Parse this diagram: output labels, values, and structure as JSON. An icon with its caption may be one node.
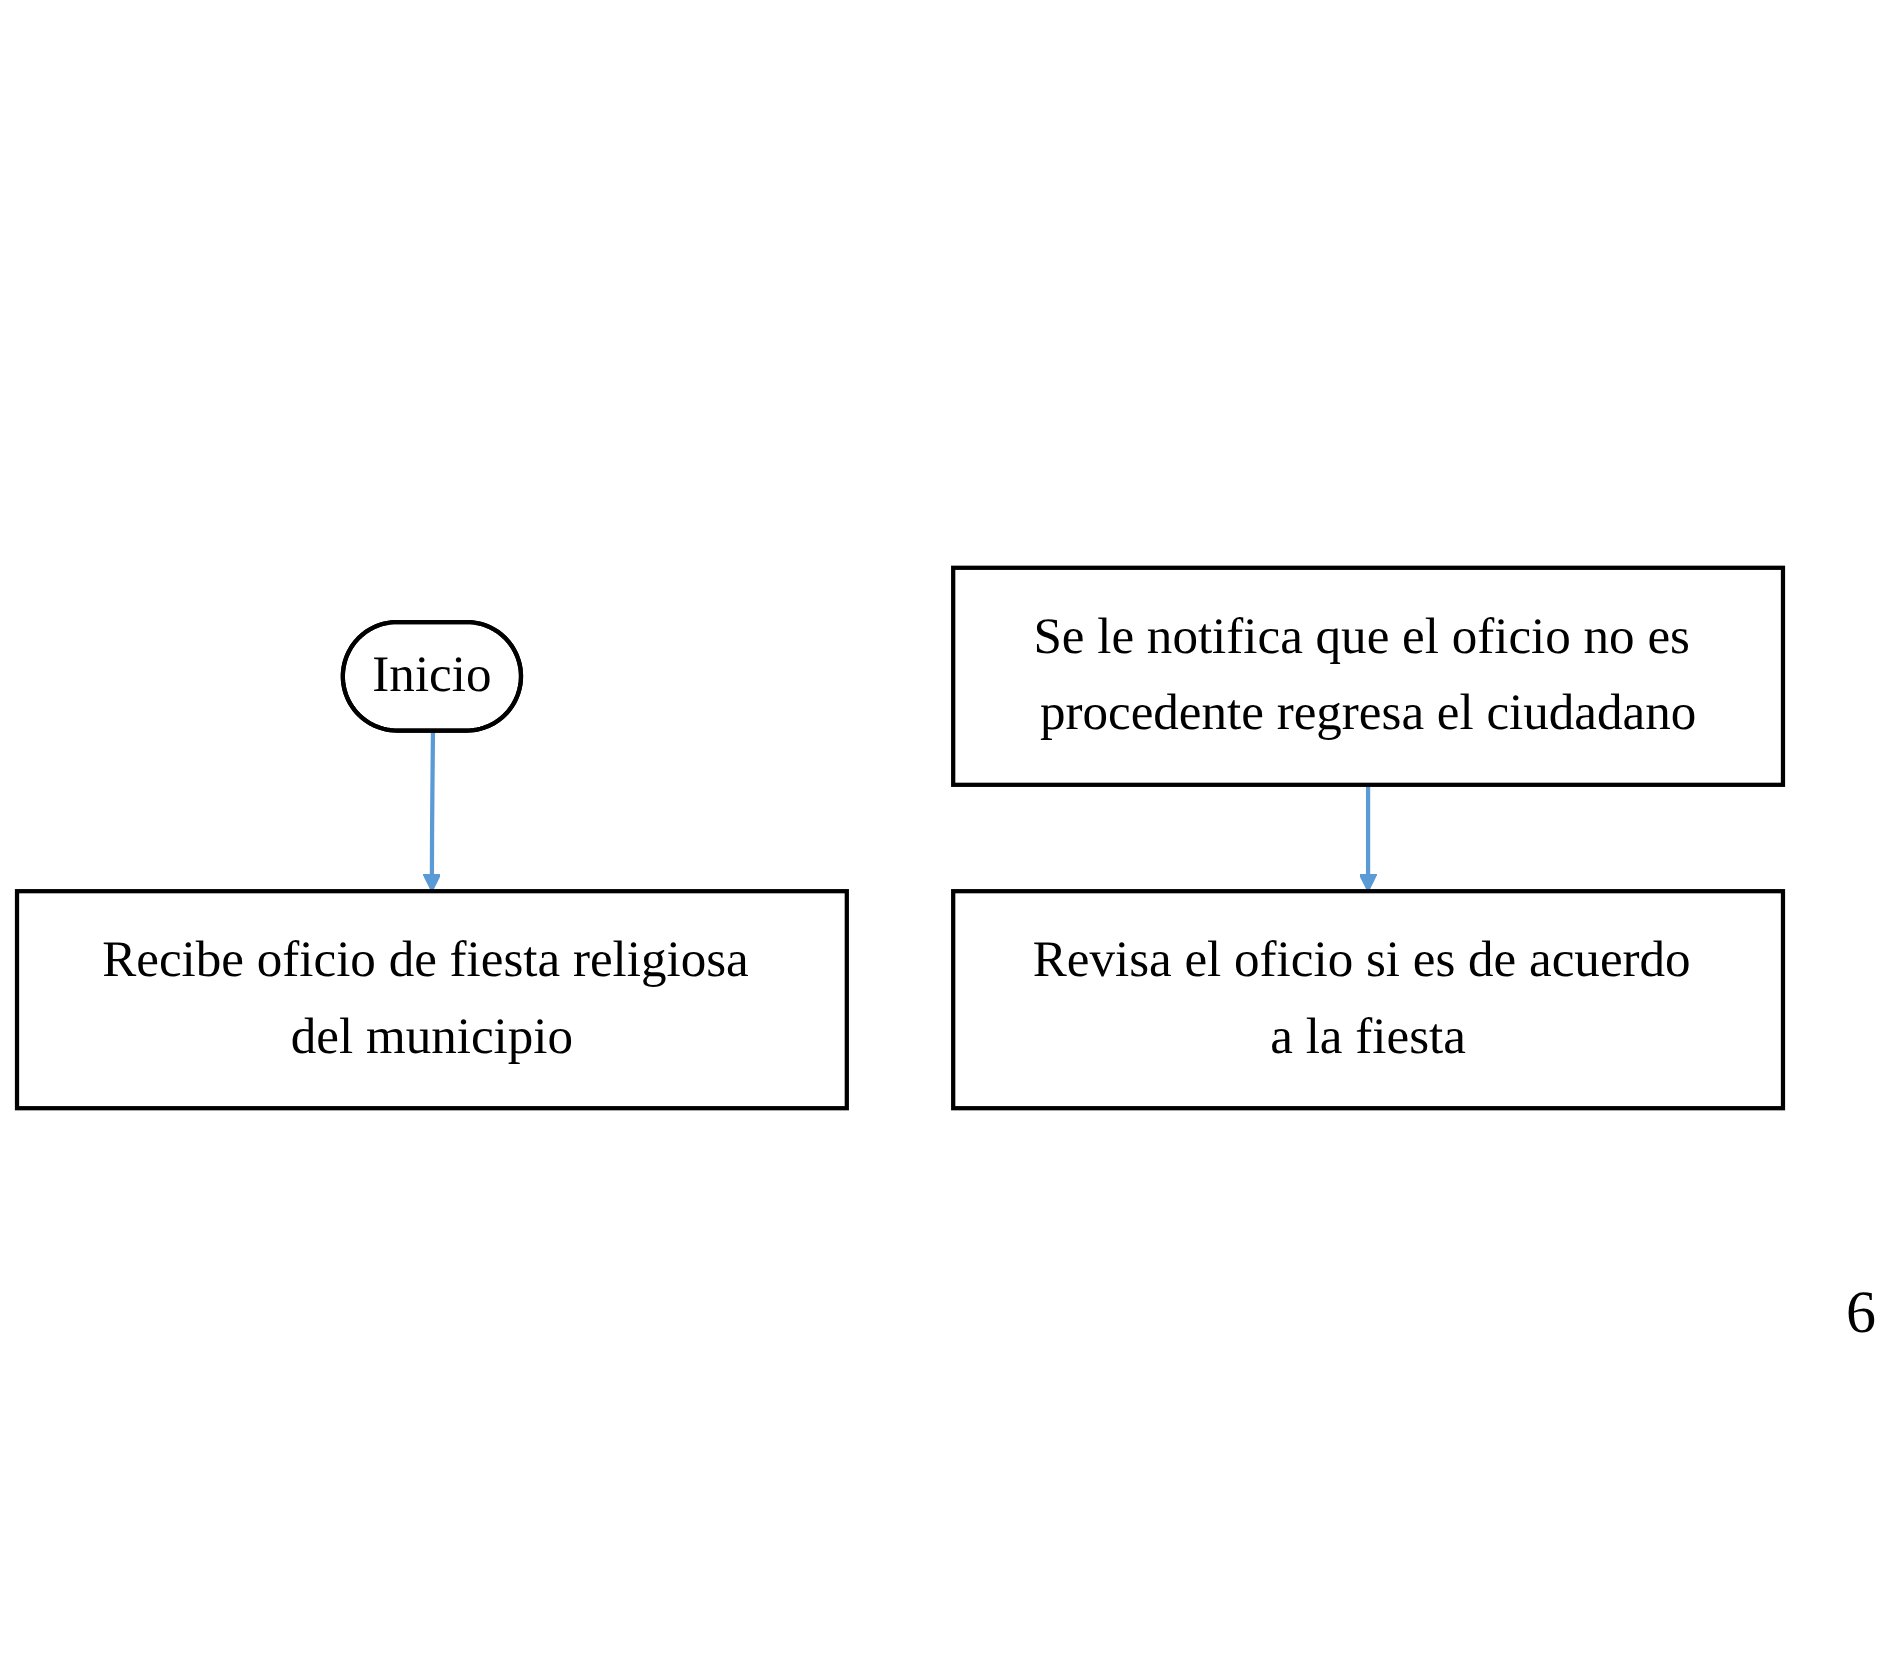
{
  "diagram": {
    "nodes": [
      {
        "text": [
          "Inicio"
        ]
      },
      {
        "text": [
          "Recibe oficio de fiesta religiosa del municipio"
        ]
      },
      {
        "text": [
          "Revisa el oficio si es de acuerdo a la fiesta"
        ]
      },
      {
        "text": [
          "Se le notifica que el oficio no es procedente regresa el ciudadano"
        ]
      }
    ],
    "edges": [
      {
        "from": 0,
        "to": 1,
        "arrow": "to"
      },
      {
        "from": 3,
        "to": 2,
        "arrow": "to"
      }
    ],
    "labels": [
      "6"
    ]
  }
}
